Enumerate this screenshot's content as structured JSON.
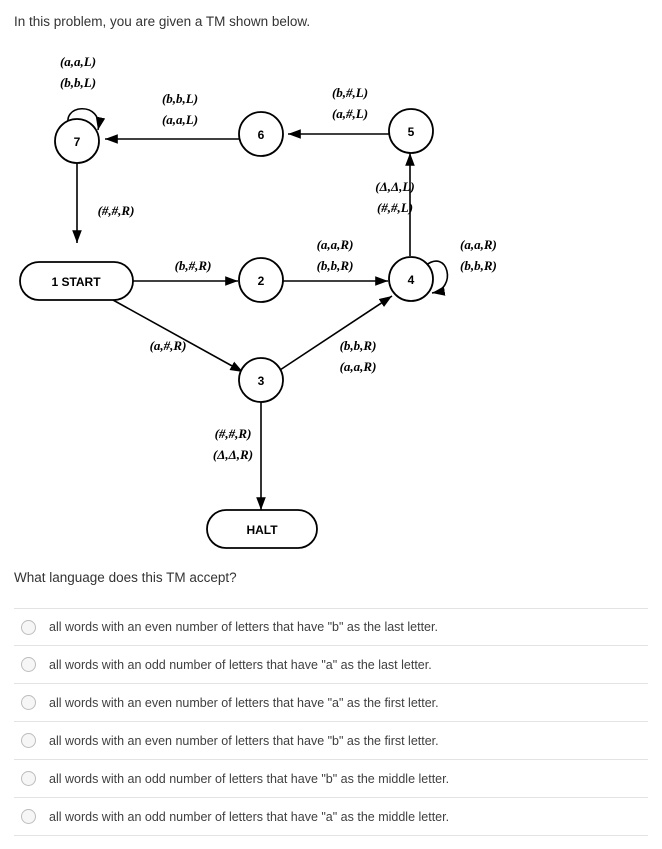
{
  "intro": "In this problem, you are given a TM shown below.",
  "prompt": "What language does this TM accept?",
  "diagram": {
    "states": [
      {
        "id": "1",
        "label": "1 START"
      },
      {
        "id": "2",
        "label": "2"
      },
      {
        "id": "3",
        "label": "3"
      },
      {
        "id": "4",
        "label": "4"
      },
      {
        "id": "5",
        "label": "5"
      },
      {
        "id": "6",
        "label": "6"
      },
      {
        "id": "7",
        "label": "7"
      },
      {
        "id": "halt",
        "label": "HALT"
      }
    ],
    "edge_labels": [
      {
        "id": "loop7_a",
        "text": "(a,a,L)"
      },
      {
        "id": "loop7_b",
        "text": "(b,b,L)"
      },
      {
        "id": "e6to7_a",
        "text": "(b,b,L)"
      },
      {
        "id": "e6to7_b",
        "text": "(a,a,L)"
      },
      {
        "id": "e5to6_a",
        "text": "(b,#,L)"
      },
      {
        "id": "e5to6_b",
        "text": "(a,#,L)"
      },
      {
        "id": "e7to1",
        "text": "(#,#,R)"
      },
      {
        "id": "e4to5_a",
        "text": "(Δ,Δ,L)"
      },
      {
        "id": "e4to5_b",
        "text": "(#,#,L)"
      },
      {
        "id": "e1to2",
        "text": "(b,#,R)"
      },
      {
        "id": "e2to4_a",
        "text": "(a,a,R)"
      },
      {
        "id": "e2to4_b",
        "text": "(b,b,R)"
      },
      {
        "id": "loop4_a",
        "text": "(a,a,R)"
      },
      {
        "id": "loop4_b",
        "text": "(b,b,R)"
      },
      {
        "id": "e1to3",
        "text": "(a,#,R)"
      },
      {
        "id": "e3to4_a",
        "text": "(b,b,R)"
      },
      {
        "id": "e3to4_b",
        "text": "(a,a,R)"
      },
      {
        "id": "e3tohalt_a",
        "text": "(#,#,R)"
      },
      {
        "id": "e3tohalt_b",
        "text": "(Δ,Δ,R)"
      }
    ]
  },
  "options": [
    {
      "text": "all words with an even number of letters that have \"b\" as the last letter."
    },
    {
      "text": "all words with an odd number of letters that have \"a\" as the last letter."
    },
    {
      "text": "all words with an even number of letters that have \"a\" as the first letter."
    },
    {
      "text": "all words with an even number of letters that have \"b\" as the first letter."
    },
    {
      "text": "all words with an odd number of letters that have \"b\" as the middle letter."
    },
    {
      "text": "all words with an odd number of letters that have \"a\" as the middle letter."
    }
  ]
}
